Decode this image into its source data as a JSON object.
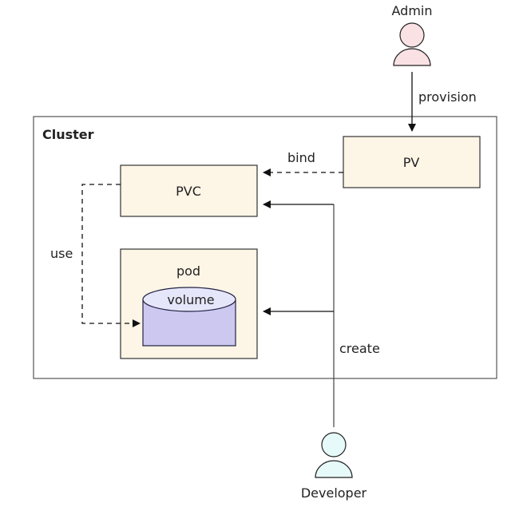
{
  "diagram": {
    "actors": {
      "admin": {
        "label": "Admin",
        "fill": "#f9e1e4"
      },
      "developer": {
        "label": "Developer",
        "fill": "#e6fafa"
      }
    },
    "cluster": {
      "label": "Cluster"
    },
    "nodes": {
      "pv": {
        "label": "PV",
        "fill": "#fdf5e6"
      },
      "pvc": {
        "label": "PVC",
        "fill": "#fdf5e6"
      },
      "pod": {
        "label": "pod",
        "fill": "#fdf5e6"
      },
      "volume": {
        "label": "volume",
        "top_fill": "#e6e6fa",
        "body_fill": "#ccc8f0"
      }
    },
    "edges": {
      "provision": {
        "label": "provision",
        "from": "Admin",
        "to": "PV",
        "style": "solid"
      },
      "bind": {
        "label": "bind",
        "from": "PV",
        "to": "PVC",
        "style": "dashed"
      },
      "use": {
        "label": "use",
        "from": "PVC",
        "to": "volume",
        "style": "dashed"
      },
      "create": {
        "label": "create",
        "from": "Developer",
        "to": [
          "PVC",
          "pod"
        ],
        "style": "solid"
      }
    }
  }
}
